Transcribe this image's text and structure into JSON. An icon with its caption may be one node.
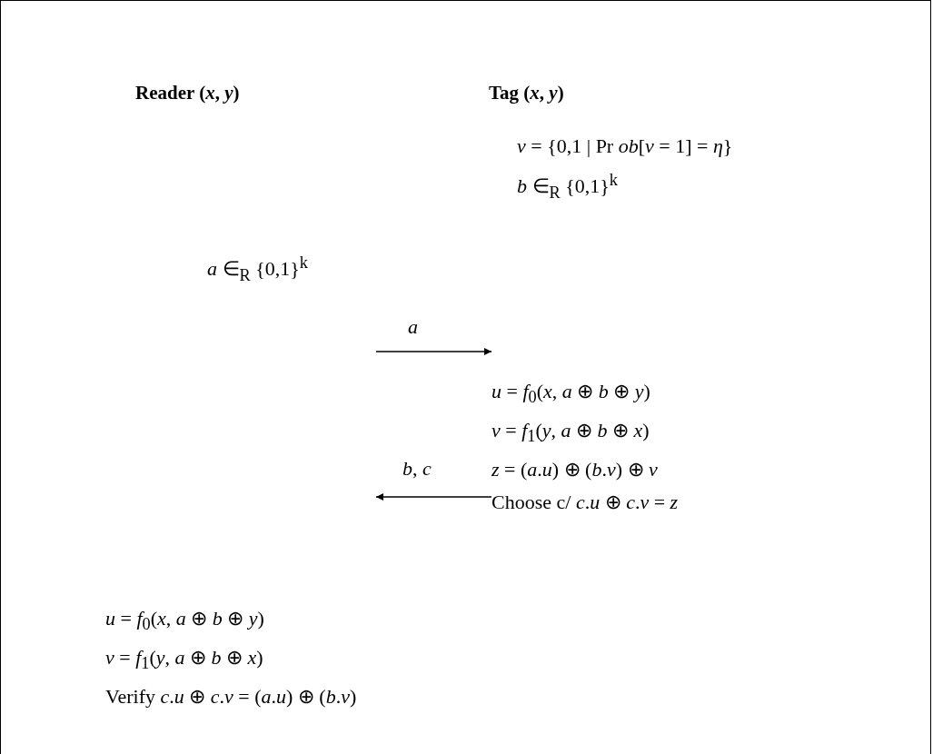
{
  "diagram": {
    "nodes": [
      {
        "text": [
          "Reader (*x*, *y*)"
        ]
      },
      {
        "text": [
          "Tag (*x*, *y*)"
        ]
      },
      {
        "text": [
          "*v* = {0,1 | Pr *ob*[*v* = 1] = *η*}",
          "*b* ∈$_{R}$ {0,1}$^{k}$"
        ]
      },
      {
        "text": [
          "*a* ∈$_{R}$ {0,1}$^{k}$"
        ]
      },
      {
        "text": [
          "*u* = *f*$_{0}$(*x*, *a* ⊕ *b* ⊕ *y*)",
          "*v* = *f*$_{1}$(*y*, *a* ⊕ *b* ⊕ *x*)",
          "*z* = (*a*.*u*) ⊕ (*b*.*v*) ⊕ *v*",
          "Choose c/  *c*.*u* ⊕ *c*.*v* = *z*"
        ]
      },
      {
        "text": [
          "*u* = *f*$_{0}$(*x*, *a* ⊕ *b* ⊕ *y*)",
          "*v* = *f*$_{1}$(*y*, *a* ⊕ *b* ⊕ *x*)",
          "Verify  *c*.*u* ⊕ *c*.*v* = (*a*.*u*) ⊕ (*b*.*v*)"
        ]
      }
    ],
    "edges": [
      {
        "from": null,
        "to": 4,
        "arrow": "to",
        "label": "*a*"
      },
      {
        "from": 4,
        "to": null,
        "arrow": "to",
        "label": "*b*, *c*"
      }
    ]
  }
}
